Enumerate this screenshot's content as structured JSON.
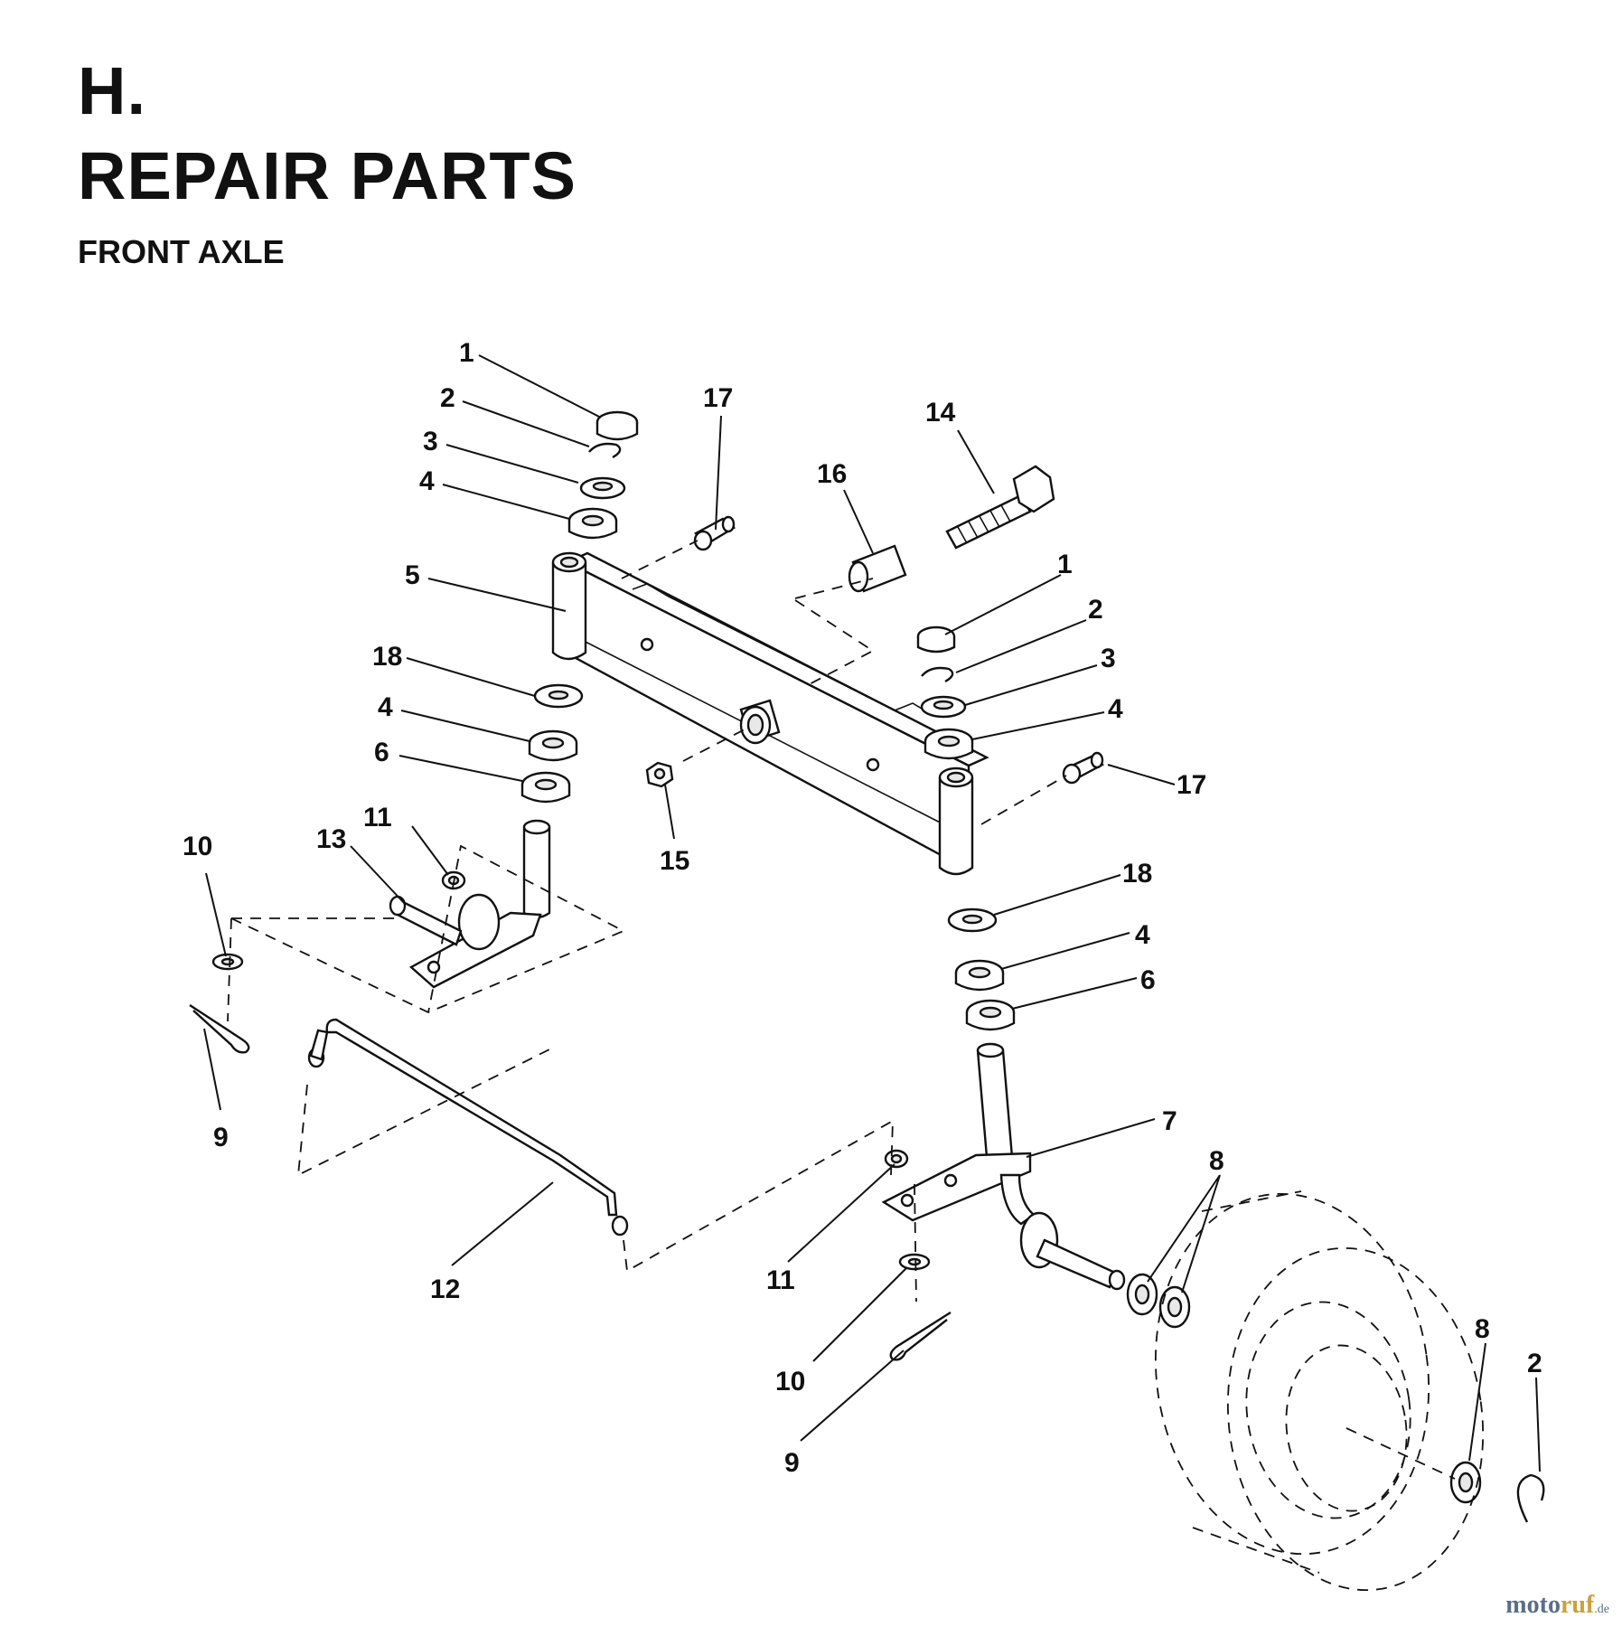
{
  "header": {
    "section_letter": "H.",
    "title": "REPAIR PARTS",
    "subtitle": "FRONT AXLE"
  },
  "callouts": {
    "c1a": "1",
    "c2a": "2",
    "c3a": "3",
    "c4a": "4",
    "c5": "5",
    "c18a": "18",
    "c4b": "4",
    "c6a": "6",
    "c17a": "17",
    "c14": "14",
    "c16": "16",
    "c1b": "1",
    "c2b": "2",
    "c3b": "3",
    "c4c": "4",
    "c17b": "17",
    "c15": "15",
    "c10a": "10",
    "c13": "13",
    "c11a": "11",
    "c9a": "9",
    "c18b": "18",
    "c4d": "4",
    "c6b": "6",
    "c7": "7",
    "c8a": "8",
    "c12": "12",
    "c11b": "11",
    "c10b": "10",
    "c9b": "9",
    "c8b": "8",
    "c2c": "2"
  },
  "watermark": {
    "part1": "moto",
    "part2": "ruf",
    "part3": ".de"
  }
}
